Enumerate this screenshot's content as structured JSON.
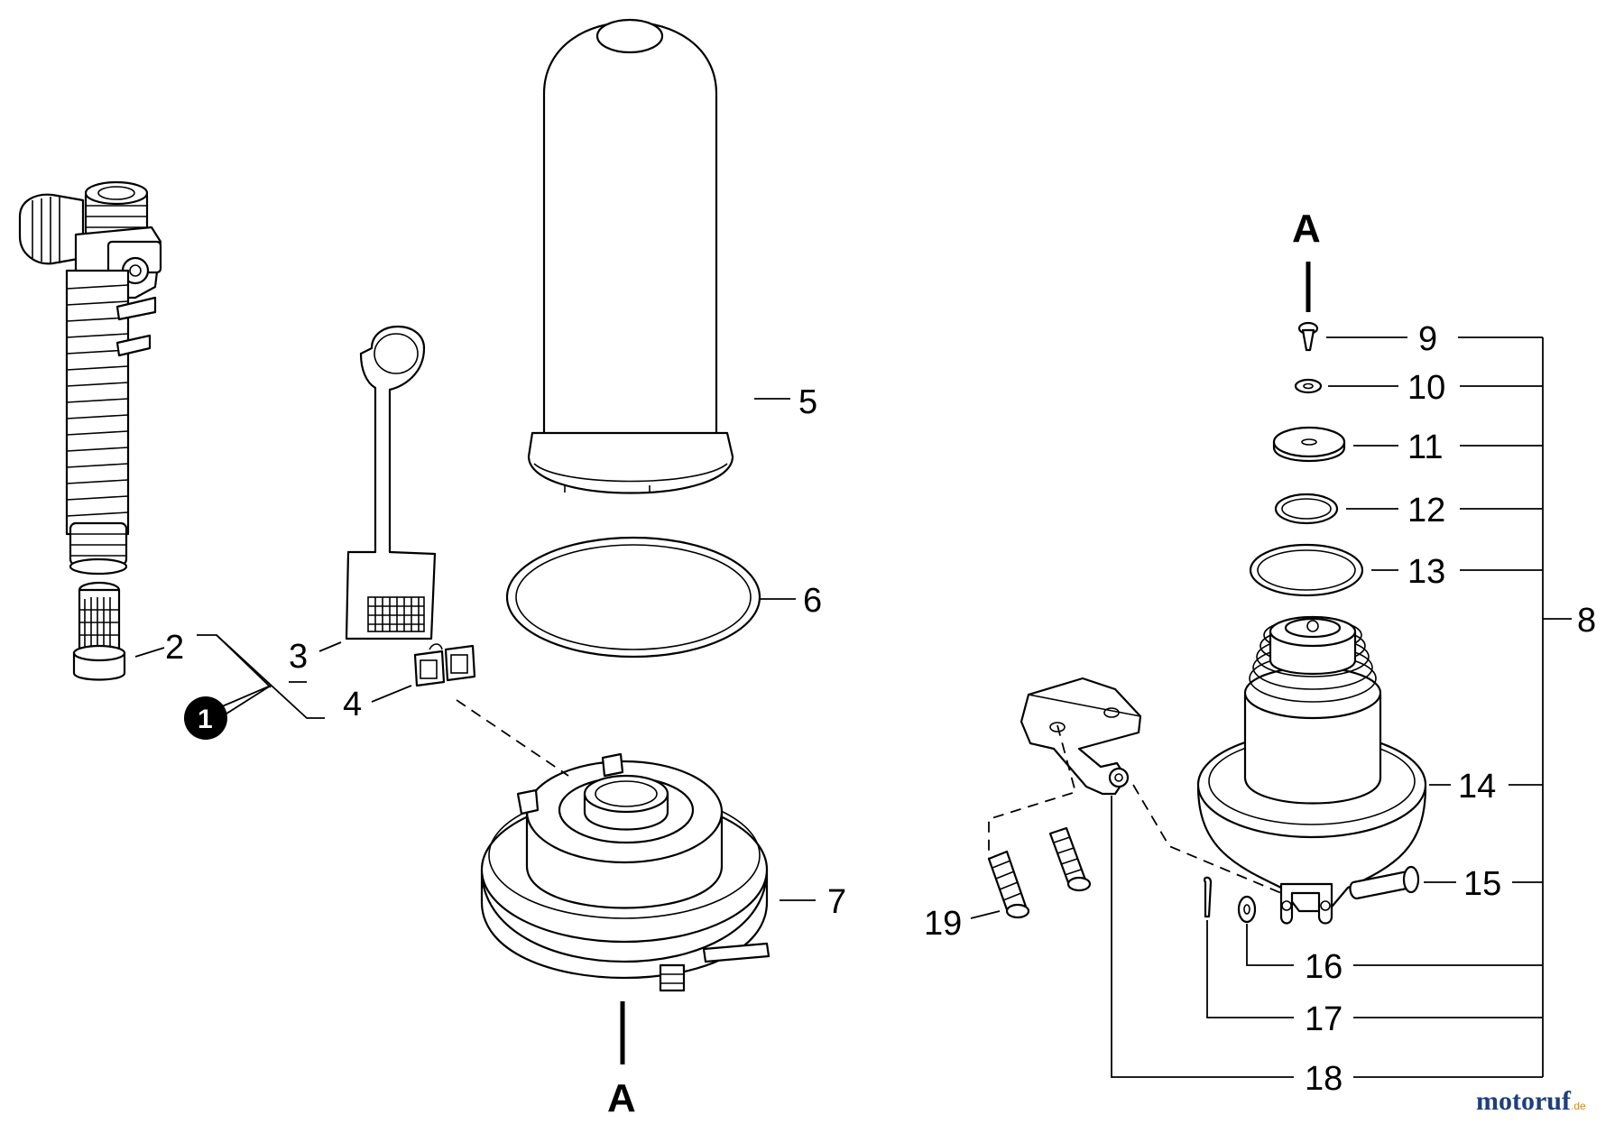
{
  "labels": {
    "p1": "1",
    "p2": "2",
    "p3": "3",
    "p4": "4",
    "p5": "5",
    "p6": "6",
    "p7": "7",
    "p8": "8",
    "p9": "9",
    "p10": "10",
    "p11": "11",
    "p12": "12",
    "p13": "13",
    "p14": "14",
    "p15": "15",
    "p16": "16",
    "p17": "17",
    "p18": "18",
    "p19": "19"
  },
  "refs": {
    "bottom": "A",
    "top": "A"
  },
  "watermark": {
    "brand": "motoruf",
    "suffix": ".de"
  },
  "colors": {
    "ink": "#000000",
    "paper": "#ffffff",
    "watermark_main": "#1f3f7a",
    "watermark_accent": "#d08a1e"
  }
}
